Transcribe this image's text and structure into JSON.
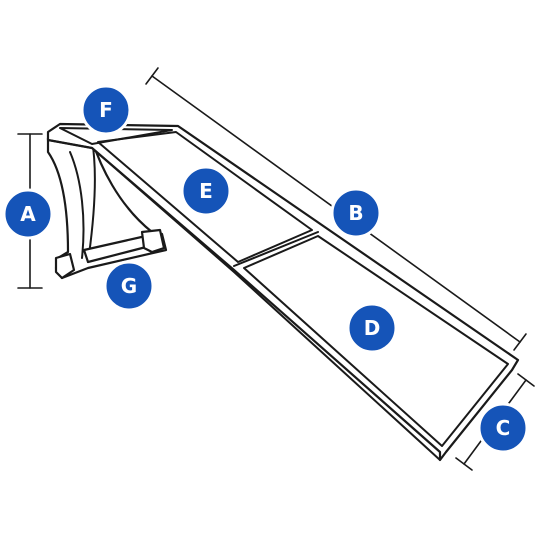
{
  "colors": {
    "badge": "#1554b8",
    "badge_text": "#ffffff",
    "outline": "#1a1a1a",
    "background": "#ffffff"
  },
  "labels": {
    "a": "A",
    "b": "B",
    "c": "C",
    "d": "D",
    "e": "E",
    "f": "F",
    "g": "G"
  }
}
